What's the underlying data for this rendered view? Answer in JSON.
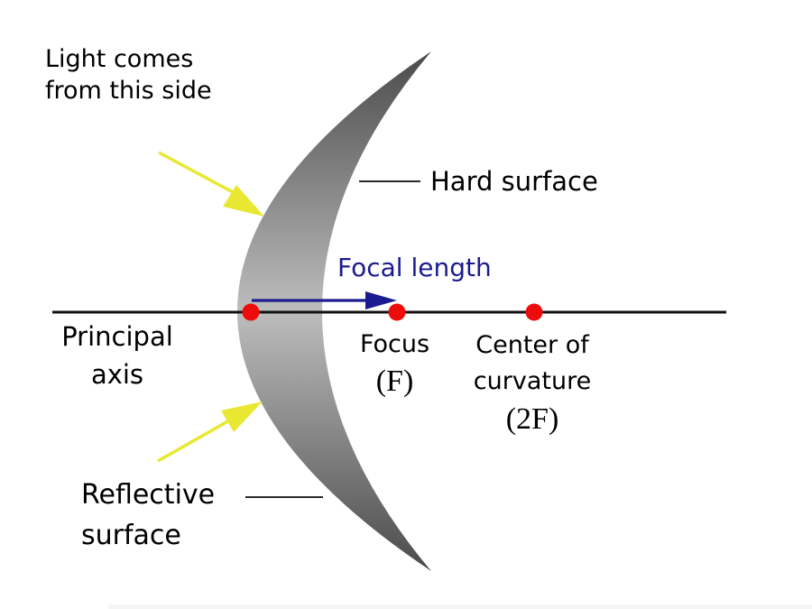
{
  "labels": {
    "light_source": {
      "line1": "Light comes",
      "line2": "from this side"
    },
    "hard_surface": "Hard surface",
    "focal_length": "Focal length",
    "principal_axis": {
      "line1": "Principal",
      "line2": "axis"
    },
    "focus": {
      "name": "Focus",
      "symbol": "(F)"
    },
    "center_of_curvature": {
      "line1": "Center of",
      "line2": "curvature",
      "symbol": "(2F)"
    },
    "reflective_surface": {
      "line1": "Reflective",
      "line2": "surface"
    }
  },
  "colors": {
    "axis_line": "#111111",
    "leader_line": "#2a2a2a",
    "point_red": "#ed0c0c",
    "arrow_blue": "#1b1b8f",
    "focal_length_text": "#1b1b8f",
    "arrow_yellow": "#e8e832",
    "mirror_dark": "#4b4b4b",
    "mirror_light": "#bdbdbd",
    "text": "#000000",
    "background": "#ffffff"
  }
}
